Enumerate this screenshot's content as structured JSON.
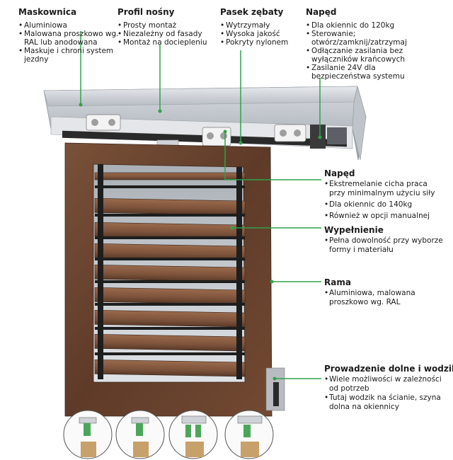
{
  "colors": {
    "callout": "#2fa24a",
    "wood": "#6b4530",
    "slat": "#8a5d43",
    "housing": "#c9ced4"
  },
  "maskownica": {
    "title": "Maskownica",
    "items": [
      "Aluminiowa",
      "Malowana proszkowo wg. RAL lub anodowana",
      "Maskuje i chroni system jezdny"
    ]
  },
  "profil": {
    "title": "Profil nośny",
    "items": [
      "Prosty montaż",
      "Niezależny od fasady",
      "Montaż na dociepleniu"
    ]
  },
  "pasek": {
    "title": "Pasek zębaty",
    "items": [
      "Wytrzymały",
      "Wysoka jakość",
      "Pokryty nylonem"
    ]
  },
  "naped_top": {
    "title": "Napęd",
    "items": [
      "Dla okiennic do 120kg",
      "Sterowanie; otwórz/zamknij/zatrzymaj",
      "Odłączanie zasilania bez wyłączników krańcowych",
      "Zasilanie 24V dla bezpieczeństwa systemu"
    ]
  },
  "naped_side": {
    "title": "Napęd",
    "items": [
      "Ekstremelanie cicha praca przy minimalnym użyciu siły",
      "Dla okiennic do 140kg",
      "Również w opcji manualnej"
    ]
  },
  "wypelnienie": {
    "title": "Wypełnienie",
    "items": [
      "Pełna dowolność przy wyborze formy i materiału"
    ]
  },
  "rama": {
    "title": "Rama",
    "items": [
      "Aluminiowa, malowana proszkowo wg. RAL"
    ]
  },
  "prowadzenie": {
    "title": "Prowadzenie dolne i wodziki",
    "items": [
      "Wiele możliwości w zależności od potrzeb",
      "Tutaj wodzik na ścianie, szyna dolna na okiennicy"
    ]
  }
}
